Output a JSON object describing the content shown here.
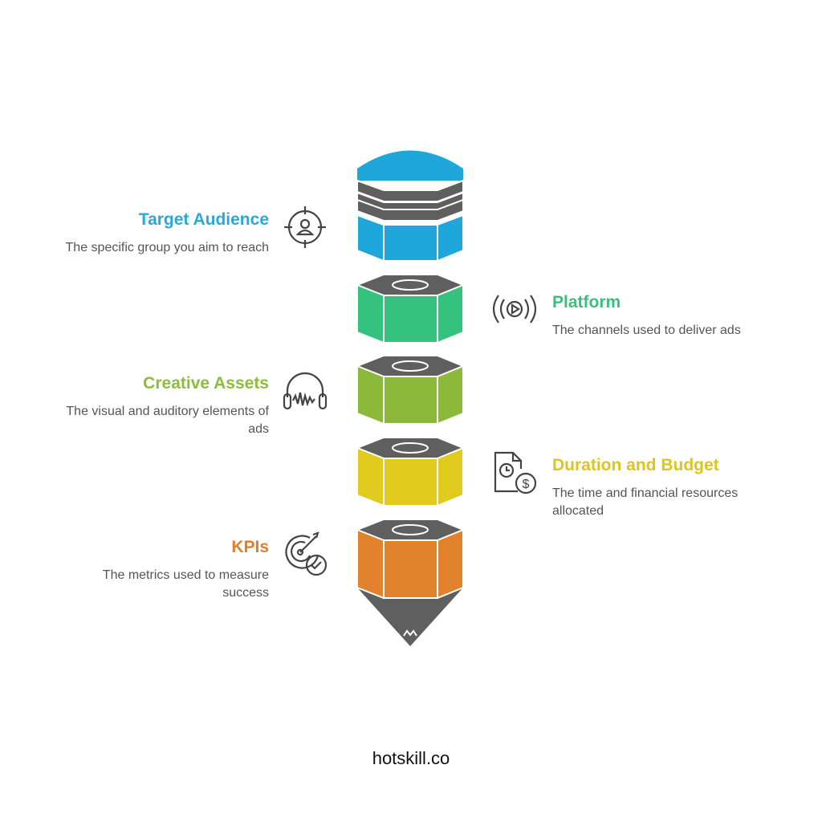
{
  "items": [
    {
      "title": "Target Audience",
      "description": "The specific group you aim to reach",
      "color": "#29a9d8",
      "fill": "#1fa6db",
      "icon": "target-person-icon",
      "side": "left"
    },
    {
      "title": "Platform",
      "description": "The channels used to deliver ads",
      "color": "#3cbf7d",
      "fill": "#35c27f",
      "icon": "broadcast-play-icon",
      "side": "right"
    },
    {
      "title": "Creative Assets",
      "description": "The visual and auditory elements of ads",
      "color": "#8dbd3c",
      "fill": "#8cb93a",
      "icon": "headphones-audio-icon",
      "side": "left"
    },
    {
      "title": "Duration and Budget",
      "description": "The time and financial resources allocated",
      "color": "#dcc51c",
      "fill": "#e0cb1e",
      "icon": "clock-dollar-icon",
      "side": "right"
    },
    {
      "title": "KPIs",
      "description": "The metrics used to measure success",
      "color": "#e07f2a",
      "fill": "#e0832c",
      "icon": "target-check-icon",
      "side": "left"
    }
  ],
  "footer": "hotskill.co",
  "grey": "#5f5f5f"
}
